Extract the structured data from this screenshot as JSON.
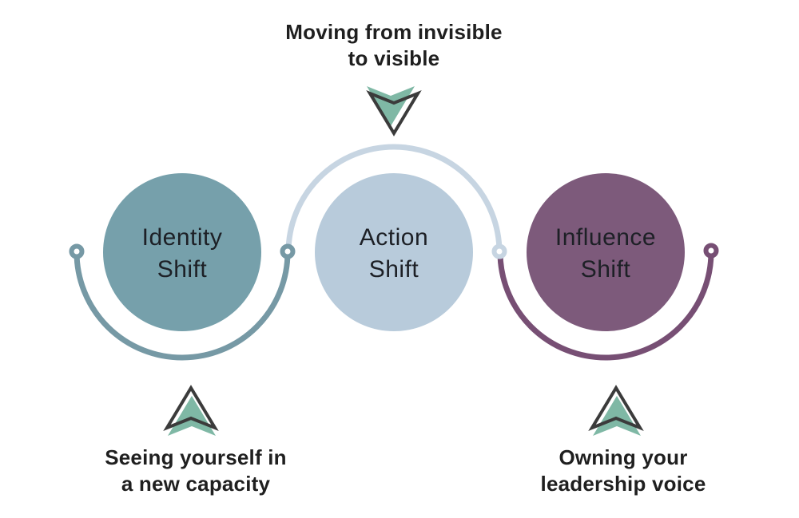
{
  "title": "Leadership shift diagram",
  "colors": {
    "background": "#ffffff",
    "caption_text": "#1f1f1f",
    "node_text": "#1d2026",
    "arrow_fill": "#7fb8a5",
    "arrow_outline": "#3b3b3b"
  },
  "captions": {
    "top": {
      "line1": "Moving from invisible",
      "line2": "to visible"
    },
    "bottom_left": {
      "line1": "Seeing yourself in",
      "line2": "a new capacity"
    },
    "bottom_right": {
      "line1": "Owning your",
      "line2": "leadership voice"
    }
  },
  "nodes": [
    {
      "label": "Identity Shift",
      "line1": "Identity",
      "line2": "Shift",
      "fill": "#76a0ab",
      "arc_color": "#7699a5",
      "arc_side": "bottom"
    },
    {
      "label": "Action Shift",
      "line1": "Action",
      "line2": "Shift",
      "fill": "#b8cbdb",
      "arc_color": "#c7d5e2",
      "arc_side": "top"
    },
    {
      "label": "Influence Shift",
      "line1": "Influence",
      "line2": "Shift",
      "fill": "#7d5a7b",
      "arc_color": "#774f74",
      "arc_side": "bottom"
    }
  ],
  "connector_dots": [
    {
      "position": "far-left",
      "color": "#7699a5"
    },
    {
      "position": "between-identity-and-action",
      "color": "#7699a5"
    },
    {
      "position": "between-action-and-influence",
      "color": "#c7d5e2"
    },
    {
      "position": "far-right",
      "color": "#774f74"
    }
  ],
  "arrows": [
    {
      "direction": "down",
      "points_to": "Action Shift"
    },
    {
      "direction": "up",
      "points_to": "Identity Shift"
    },
    {
      "direction": "up",
      "points_to": "Influence Shift"
    }
  ]
}
